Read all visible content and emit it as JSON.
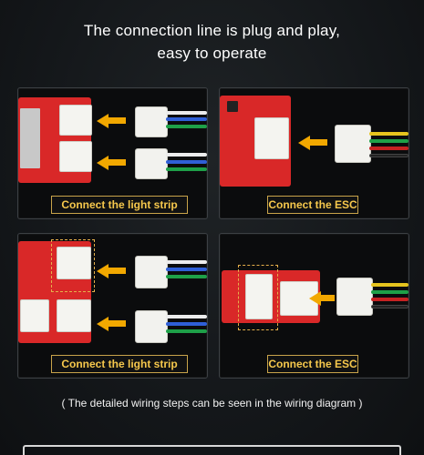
{
  "headline": {
    "line1": "The connection line is plug and play,",
    "line2": "easy to operate"
  },
  "panels": [
    {
      "caption": "Connect the light strip"
    },
    {
      "caption": "Connect the ESC"
    },
    {
      "caption": "Connect the light strip"
    },
    {
      "caption": "Connect the ESC"
    }
  ],
  "footer_note": "( The detailed wiring steps can be seen in the wiring diagram )",
  "colors": {
    "background": "#14171a",
    "accent_yellow": "#f6c84c",
    "board_red": "#d92828"
  },
  "icons": [
    "arrow-left-icon"
  ]
}
